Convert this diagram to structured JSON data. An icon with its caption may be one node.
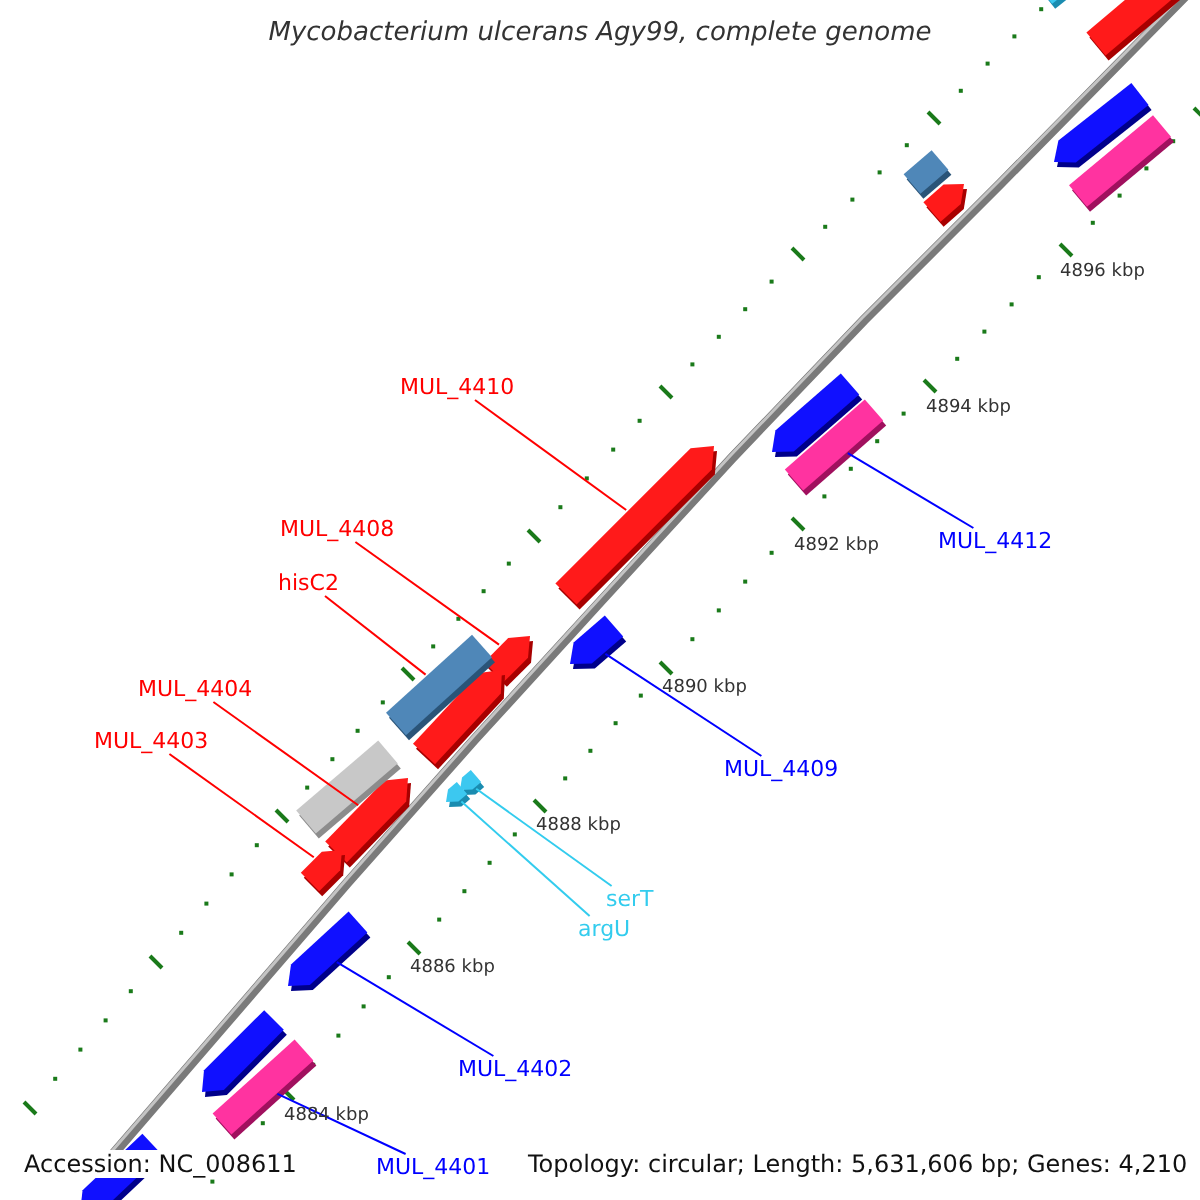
{
  "diagram": {
    "title": "Mycobacterium ulcerans Agy99, complete genome",
    "nodes": [
      {
        "text": [
          "MUL_4410"
        ]
      },
      {
        "text": [
          "MUL_4412"
        ]
      },
      {
        "text": [
          "MUL_4408"
        ]
      },
      {
        "text": [
          "hisC2"
        ]
      },
      {
        "text": [
          "MUL_4404"
        ]
      },
      {
        "text": [
          "MUL_4409"
        ]
      },
      {
        "text": [
          "MUL_4403"
        ]
      },
      {
        "text": [
          "serT"
        ]
      },
      {
        "text": [
          "argU"
        ]
      },
      {
        "text": [
          "MUL_4402"
        ]
      },
      {
        "text": [
          "MUL_4401"
        ]
      },
      {
        "text": [],
        "shape": "arrow"
      },
      {
        "text": [],
        "shape": "bar"
      },
      {
        "text": [],
        "shape": "arrow"
      },
      {
        "text": [],
        "shape": "arrow"
      },
      {
        "text": [],
        "shape": "arrow"
      },
      {
        "text": [],
        "shape": "arrow"
      },
      {
        "text": [],
        "shape": "arrow"
      },
      {
        "text": [],
        "shape": "arrow"
      },
      {
        "text": [],
        "shape": "arrow"
      },
      {
        "text": [],
        "shape": "arrow"
      },
      {
        "text": [],
        "shape": "bar"
      },
      {
        "text": [],
        "shape": "bar"
      },
      {
        "text": [],
        "shape": "arrow"
      },
      {
        "text": [],
        "shape": "arrow"
      },
      {
        "text": [],
        "shape": "bar"
      },
      {
        "text": [],
        "shape": "box"
      },
      {
        "text": [],
        "shape": "arrow"
      },
      {
        "text": [],
        "shape": "arrow"
      },
      {
        "text": [],
        "shape": "bar"
      },
      {
        "text": [],
        "shape": "bar"
      },
      {
        "text": [],
        "shape": "arrow"
      },
      {
        "text": [],
        "shape": "arrow"
      }
    ],
    "edges": [
      {
        "from": 0,
        "to": 11,
        "arrow": "none",
        "color": "#ff0000"
      },
      {
        "from": 1,
        "to": 12,
        "arrow": "none",
        "color": "#0000ff"
      },
      {
        "from": 2,
        "to": 13,
        "arrow": "none",
        "color": "#ff0000"
      },
      {
        "from": 3,
        "to": 29,
        "arrow": "none",
        "color": "#ff0000"
      },
      {
        "from": 4,
        "to": 15,
        "arrow": "none",
        "color": "#ff0000"
      },
      {
        "from": 5,
        "to": 16,
        "arrow": "none",
        "color": "#0000ff"
      },
      {
        "from": 6,
        "to": 17,
        "arrow": "none",
        "color": "#ff0000"
      },
      {
        "from": 7,
        "to": 18,
        "arrow": "none",
        "color": "#33ccee"
      },
      {
        "from": 8,
        "to": 19,
        "arrow": "none",
        "color": "#33ccee"
      },
      {
        "from": 9,
        "to": 20,
        "arrow": "none",
        "color": "#0000ff"
      },
      {
        "from": 10,
        "to": 21,
        "arrow": "none",
        "color": "#0000ff"
      }
    ],
    "labels": [
      "4896 kbp",
      "4894 kbp",
      "4892 kbp",
      "4890 kbp",
      "4888 kbp",
      "4886 kbp",
      "4884 kbp",
      "Accession: NC_008611",
      "Topology: circular; Length: 5,631,606 bp; Genes: 4,210"
    ]
  }
}
